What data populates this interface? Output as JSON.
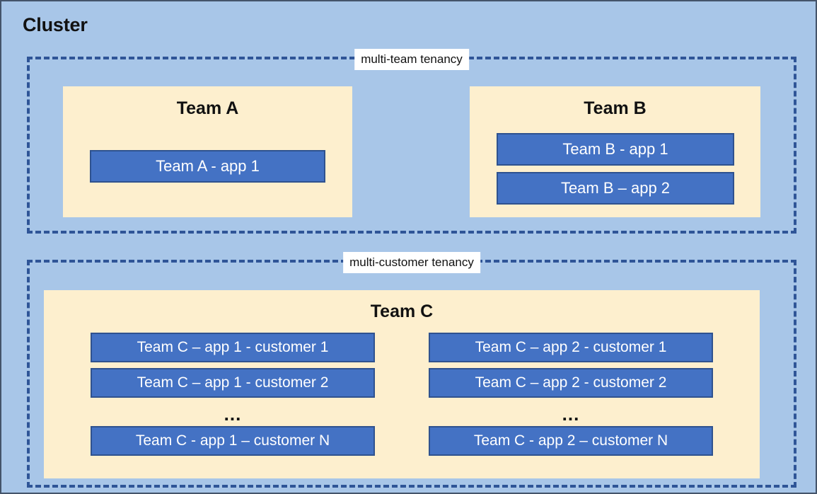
{
  "canvas": {
    "background_color": "#a8c6e8",
    "border_color": "#44546a",
    "panel_color": "#fdefce",
    "chip_color": "#4472c4",
    "chip_border_color": "#2f528f",
    "dashed_color": "#2f5597"
  },
  "cluster": {
    "title": "Cluster"
  },
  "tenancies": {
    "team": {
      "label": "multi-team tenancy"
    },
    "customer": {
      "label": "multi-customer tenancy"
    }
  },
  "teams": {
    "a": {
      "title": "Team A",
      "apps": [
        "Team A - app 1"
      ]
    },
    "b": {
      "title": "Team B",
      "apps": [
        "Team B - app 1",
        "Team B – app 2"
      ]
    },
    "c": {
      "title": "Team C",
      "ellipsis": "...",
      "columns": [
        {
          "top_apps": [
            "Team C – app 1 - customer 1",
            "Team C – app 1 - customer 2"
          ],
          "bottom_app": "Team C - app 1 – customer N"
        },
        {
          "top_apps": [
            "Team C – app 2 - customer 1",
            "Team C – app 2 - customer 2"
          ],
          "bottom_app": "Team C - app 2 – customer N"
        }
      ]
    }
  }
}
